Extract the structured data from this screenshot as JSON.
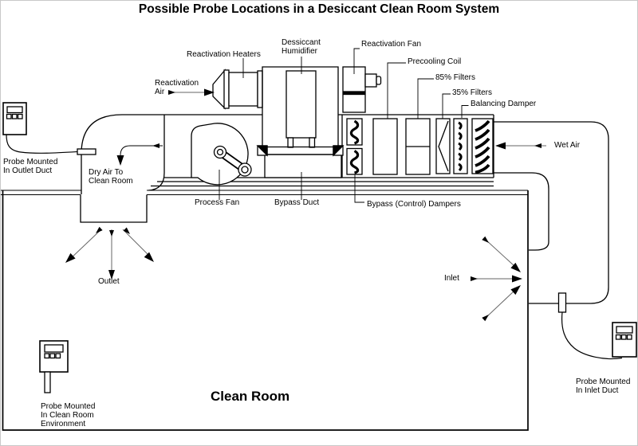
{
  "title": "Possible Probe Locations in a Desiccant Clean Room System",
  "labels": {
    "reactivation_heaters": "Reactivation Heaters",
    "dessiccant_humidifier": [
      "Dessiccant",
      "Humidifier"
    ],
    "reactivation_fan": "Reactivation Fan",
    "precooling_coil": "Precooling Coil",
    "filters_85": "85% Filters",
    "filters_35": "35% Filters",
    "balancing_damper": "Balancing Damper",
    "reactivation_air": [
      "Reactivation",
      "Air"
    ],
    "wet_air": "Wet Air",
    "probe_outlet": [
      "Probe Mounted",
      "In Outlet Duct"
    ],
    "dry_air": [
      "Dry Air To",
      "Clean Room"
    ],
    "process_fan": "Process Fan",
    "bypass_duct": "Bypass Duct",
    "bypass_dampers": "Bypass (Control) Dampers",
    "outlet": "Outlet",
    "inlet": "Inlet",
    "clean_room": "Clean Room",
    "probe_clean_room": [
      "Probe Mounted",
      "In Clean Room",
      "Environment"
    ],
    "probe_inlet": [
      "Probe Mounted",
      "In Inlet Duct"
    ]
  },
  "colors": {
    "line": "#000000",
    "background": "#ffffff",
    "arrow_shaft": "#666666"
  }
}
